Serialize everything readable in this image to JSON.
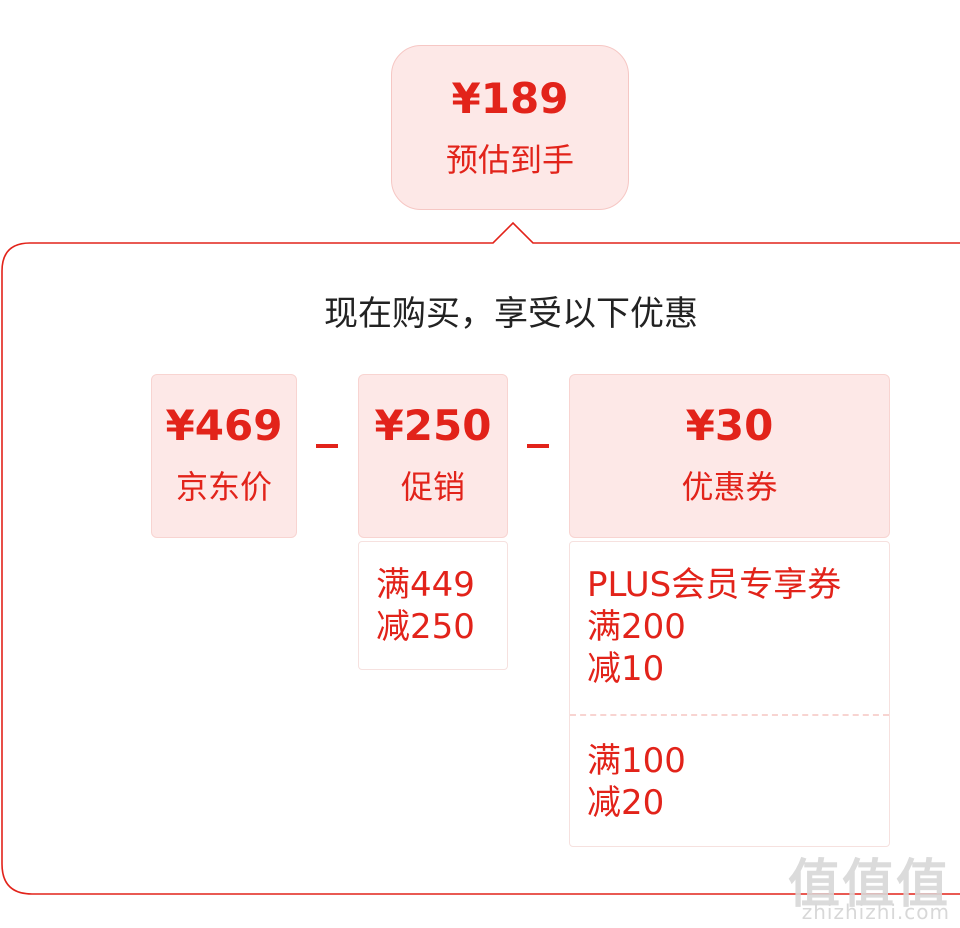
{
  "estimate": {
    "price": "¥189",
    "label": "预估到手"
  },
  "panel": {
    "title": "现在购买，享受以下优惠"
  },
  "items": [
    {
      "price": "¥469",
      "label": "京东价"
    },
    {
      "price": "¥250",
      "label": "促销",
      "details": [
        [
          "满449",
          "减250"
        ]
      ]
    },
    {
      "price": "¥30",
      "label": "优惠券",
      "details": [
        [
          "PLUS会员专享券",
          "满200",
          "减10"
        ],
        [
          "满100",
          "减20"
        ]
      ]
    }
  ],
  "watermark": {
    "logo": "值值值",
    "text": "zhizhizhi.com"
  },
  "colors": {
    "accent": "#e2231a",
    "tint": "#fde8e7",
    "border": "#f6c7c4"
  }
}
